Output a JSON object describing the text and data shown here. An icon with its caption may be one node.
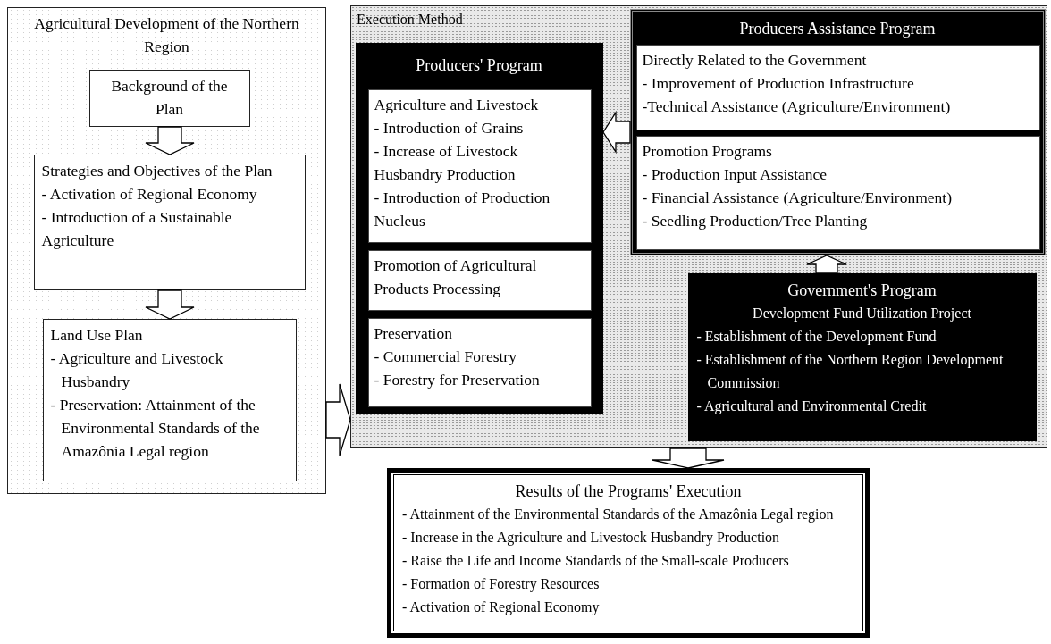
{
  "diagram": {
    "nodes": [
      {
        "text": [
          "Agricultural Development of the Northern Region"
        ]
      },
      {
        "text": [
          "Background of the Plan"
        ],
        "in": 0
      },
      {
        "text": [
          "Strategies and Objectives of the Plan",
          "- Activation of Regional Economy",
          "- Introduction of a Sustainable Agriculture"
        ],
        "in": 0
      },
      {
        "text": [
          "Land Use Plan",
          "- Agriculture and Livestock Husbandry",
          "- Preservation: Attainment of the Environmental Standards of the Amazônia Legal region"
        ],
        "in": 0
      },
      {
        "text": [
          "Execution Method"
        ]
      },
      {
        "text": [
          "Producers' Program"
        ],
        "in": 4
      },
      {
        "text": [
          "Agriculture and Livestock",
          "- Introduction of Grains",
          "- Increase of Livestock Husbandry Production",
          "- Introduction of Production Nucleus"
        ],
        "in": 5
      },
      {
        "text": [
          "Promotion of Agricultural Products Processing"
        ],
        "in": 5
      },
      {
        "text": [
          "Preservation",
          "- Commercial Forestry",
          "- Forestry for Preservation"
        ],
        "in": 5
      },
      {
        "text": [
          "Producers Assistance Program"
        ],
        "in": 4
      },
      {
        "text": [
          "Directly Related to the Government",
          "- Improvement of Production Infrastructure",
          "-Technical Assistance (Agriculture/Environment)"
        ],
        "in": 9
      },
      {
        "text": [
          "Promotion Programs",
          "- Production Input Assistance",
          "- Financial Assistance (Agriculture/Environment)",
          "- Seedling Production/Tree Planting"
        ],
        "in": 9
      },
      {
        "text": [
          "Government's Program",
          "Development Fund Utilization Project",
          "- Establishment of the Development Fund",
          "- Establishment of the Northern Region Development Commission",
          "- Agricultural and Environmental Credit"
        ],
        "in": 4
      },
      {
        "text": [
          "Results of the Programs' Execution",
          "- Attainment of the Environmental Standards of the Amazônia Legal region",
          "- Increase in the Agriculture and Livestock Husbandry Production",
          "- Raise the Life and Income Standards of the Small-scale Producers",
          "- Formation of Forestry Resources",
          "- Activation of Regional Economy"
        ]
      }
    ],
    "edges": [
      {
        "from": 1,
        "to": 2,
        "arrow": "to"
      },
      {
        "from": 2,
        "to": 3,
        "arrow": "to"
      },
      {
        "from": 0,
        "to": 4,
        "arrow": "to"
      },
      {
        "from": 9,
        "to": 5,
        "arrow": "to"
      },
      {
        "from": 12,
        "to": 9,
        "arrow": "to"
      },
      {
        "from": 4,
        "to": 13,
        "arrow": "to"
      }
    ]
  }
}
